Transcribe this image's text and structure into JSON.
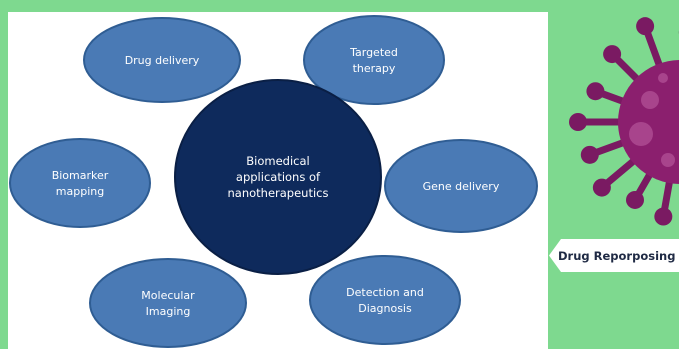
{
  "diagram": {
    "center": {
      "lines": [
        "Biomedical",
        "applications of",
        "nanotherapeutics"
      ]
    },
    "nodes": [
      {
        "id": "drug-delivery",
        "lines": [
          "Drug delivery"
        ]
      },
      {
        "id": "targeted-therapy",
        "lines": [
          "Targeted",
          "therapy"
        ]
      },
      {
        "id": "biomarker-mapping",
        "lines": [
          "Biomarker",
          "mapping"
        ]
      },
      {
        "id": "gene-delivery",
        "lines": [
          "Gene delivery"
        ]
      },
      {
        "id": "molecular-imaging",
        "lines": [
          "Molecular",
          "Imaging"
        ]
      },
      {
        "id": "detection-diagnosis",
        "lines": [
          "Detection and",
          "Diagnosis"
        ]
      }
    ]
  },
  "tag": {
    "label": "Drug Reporposing"
  },
  "colors": {
    "background": "#7ed98f",
    "panel": "#ffffff",
    "node_fill": "#4a7ab5",
    "node_stroke": "#2f5d93",
    "center_fill": "#0e2a5c",
    "virus_body": "#8b1f6e",
    "virus_spike": "#7a1a62",
    "virus_spot": "#a8448c"
  },
  "icons": {
    "illustration": "virus-icon"
  }
}
